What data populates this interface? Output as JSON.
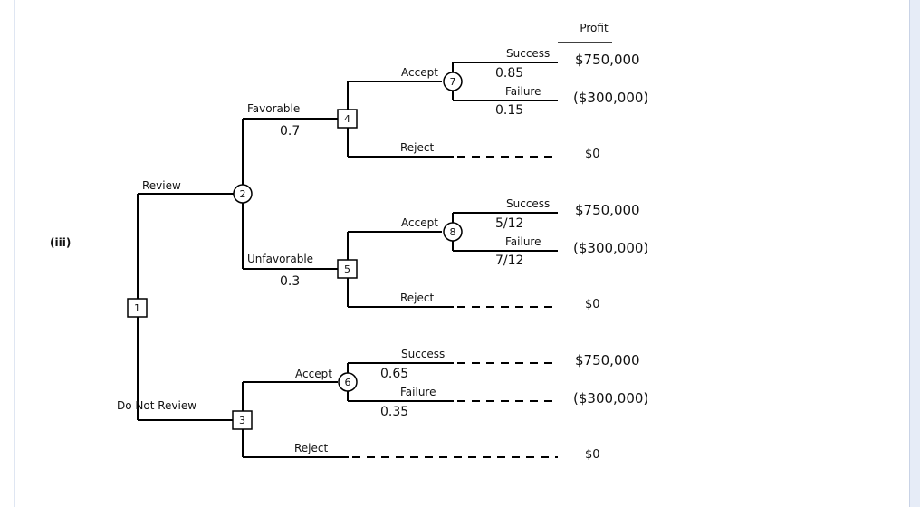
{
  "section_label": "(iii)",
  "header": {
    "profit": "Profit"
  },
  "nodes": {
    "n1": "1",
    "n2": "2",
    "n3": "3",
    "n4": "4",
    "n5": "5",
    "n6": "6",
    "n7": "7",
    "n8": "8"
  },
  "labels": {
    "review": "Review",
    "do_not_review": "Do Not Review",
    "favorable": "Favorable",
    "unfavorable": "Unfavorable",
    "accept_4": "Accept",
    "reject_4": "Reject",
    "accept_5": "Accept",
    "reject_5": "Reject",
    "accept_3": "Accept",
    "reject_3": "Reject",
    "success_7": "Success",
    "failure_7": "Failure",
    "success_8": "Success",
    "failure_8": "Failure",
    "success_6": "Success",
    "failure_6": "Failure"
  },
  "probabilities": {
    "favorable": "0.7",
    "unfavorable": "0.3",
    "success_7": "0.85",
    "failure_7": "0.15",
    "success_8": "5/12",
    "failure_8": "7/12",
    "success_6": "0.65",
    "failure_6": "0.35"
  },
  "payoffs": {
    "p1": "$750,000",
    "p2": "($300,000)",
    "p3": "$0",
    "p4": "$750,000",
    "p5": "($300,000)",
    "p6": "$0",
    "p7": "$750,000",
    "p8": "($300,000)",
    "p9": "$0"
  }
}
